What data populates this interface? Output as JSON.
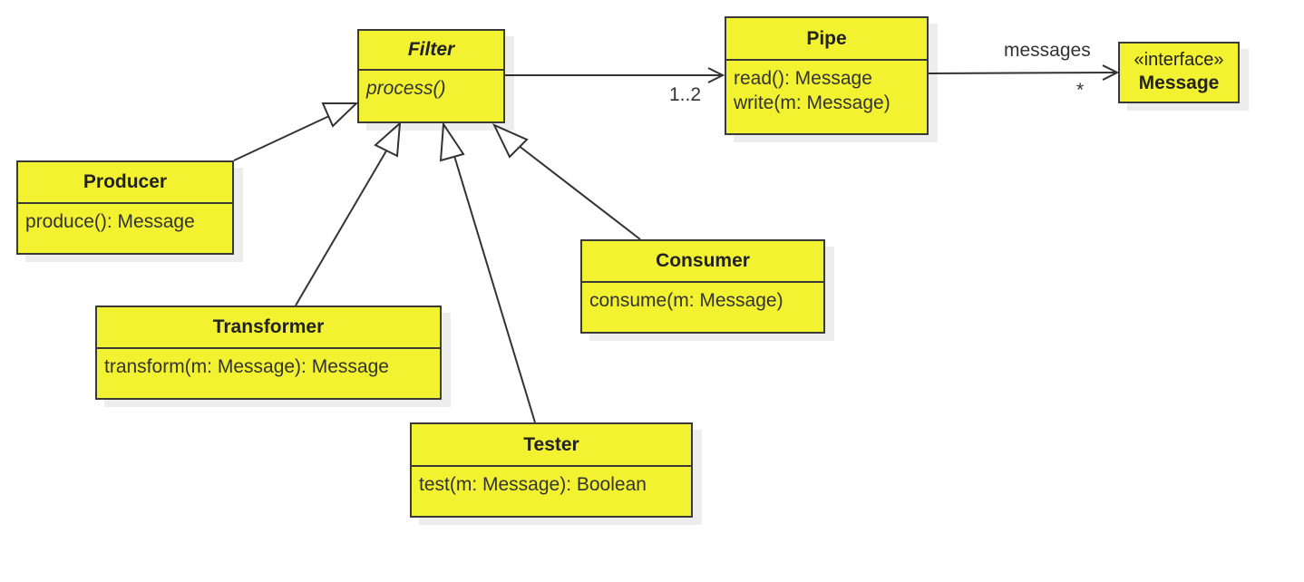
{
  "classes": {
    "filter": {
      "name": "Filter",
      "operations": [
        "process()"
      ]
    },
    "pipe": {
      "name": "Pipe",
      "operations": [
        "read(): Message",
        "write(m: Message)"
      ]
    },
    "message": {
      "stereotype": "«interface»",
      "name": "Message"
    },
    "producer": {
      "name": "Producer",
      "operations": [
        "produce(): Message"
      ]
    },
    "transformer": {
      "name": "Transformer",
      "operations": [
        "transform(m: Message): Message"
      ]
    },
    "consumer": {
      "name": "Consumer",
      "operations": [
        "consume(m: Message)"
      ]
    },
    "tester": {
      "name": "Tester",
      "operations": [
        "test(m: Message): Boolean"
      ]
    }
  },
  "relations": {
    "filter_pipe_multiplicity": "1..2",
    "pipe_message_role": "messages",
    "pipe_message_multiplicity": "*"
  },
  "colors": {
    "class_fill": "#f2f230",
    "border": "#3a3a3a",
    "line": "#333333"
  }
}
